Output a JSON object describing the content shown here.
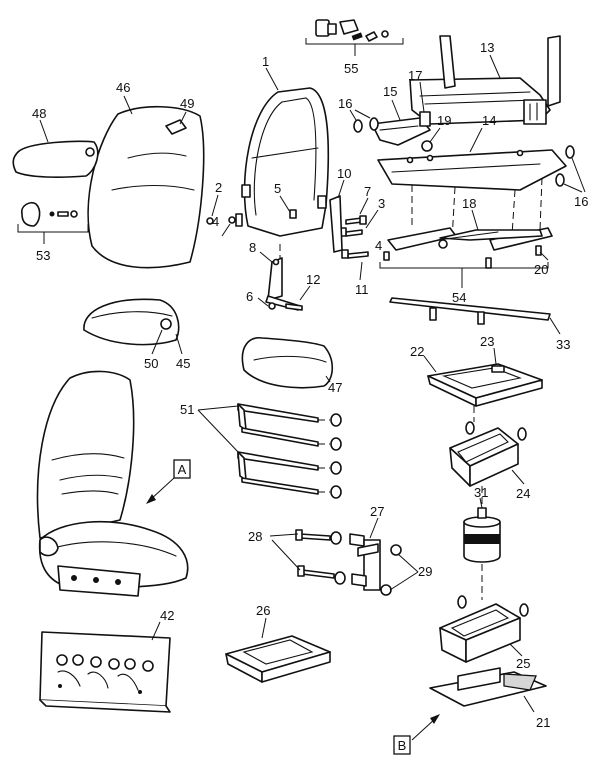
{
  "callouts": {
    "c1": "1",
    "c2": "2",
    "c3": "3",
    "c4a": "4",
    "c4b": "4",
    "c5": "5",
    "c6": "6",
    "c7": "7",
    "c8": "8",
    "c10": "10",
    "c11": "11",
    "c12": "12",
    "c13": "13",
    "c14": "14",
    "c15": "15",
    "c16a": "16",
    "c16b": "16",
    "c17": "17",
    "c18": "18",
    "c19": "19",
    "c20": "20",
    "c21": "21",
    "c22": "22",
    "c23": "23",
    "c24": "24",
    "c25": "25",
    "c26": "26",
    "c27": "27",
    "c28": "28",
    "c29": "29",
    "c31": "31",
    "c33": "33",
    "c42": "42",
    "c45": "45",
    "c46": "46",
    "c47": "47",
    "c48": "48",
    "c49": "49",
    "c50": "50",
    "c51": "51",
    "c53": "53",
    "c54": "54",
    "c55": "55"
  },
  "view_tags": {
    "a": "A",
    "b": "B"
  }
}
